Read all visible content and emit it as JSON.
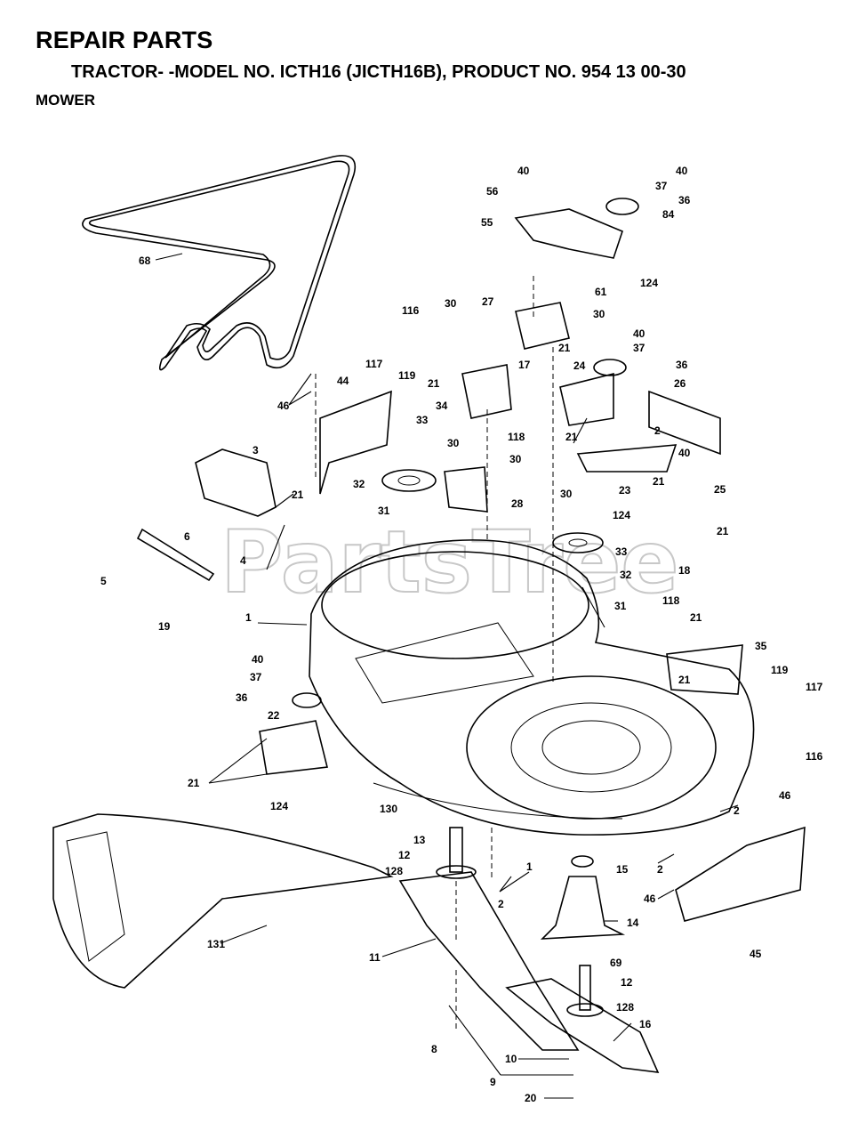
{
  "header": {
    "title": "REPAIR PARTS",
    "subtitle": "TRACTOR- -MODEL NO. ICTH16 (JICTH16B), PRODUCT NO. 954 13 00-30",
    "section": "MOWER"
  },
  "watermark": "PartsTree",
  "callouts": [
    "40",
    "56",
    "40",
    "37",
    "36",
    "84",
    "55",
    "68",
    "124",
    "61",
    "30",
    "27",
    "30",
    "116",
    "40",
    "37",
    "117",
    "119",
    "21",
    "17",
    "21",
    "24",
    "36",
    "26",
    "46",
    "44",
    "34",
    "118",
    "33",
    "30",
    "30",
    "21",
    "2",
    "40",
    "3",
    "21",
    "32",
    "28",
    "23",
    "21",
    "31",
    "25",
    "6",
    "30",
    "124",
    "21",
    "33",
    "5",
    "4",
    "18",
    "32",
    "31",
    "19",
    "1",
    "118",
    "21",
    "35",
    "40",
    "37",
    "21",
    "119",
    "117",
    "36",
    "22",
    "116",
    "21",
    "124",
    "130",
    "46",
    "2",
    "13",
    "12",
    "15",
    "128",
    "2",
    "1",
    "2",
    "46",
    "14",
    "131",
    "45",
    "11",
    "69",
    "12",
    "128",
    "16",
    "8",
    "10",
    "9",
    "20"
  ]
}
